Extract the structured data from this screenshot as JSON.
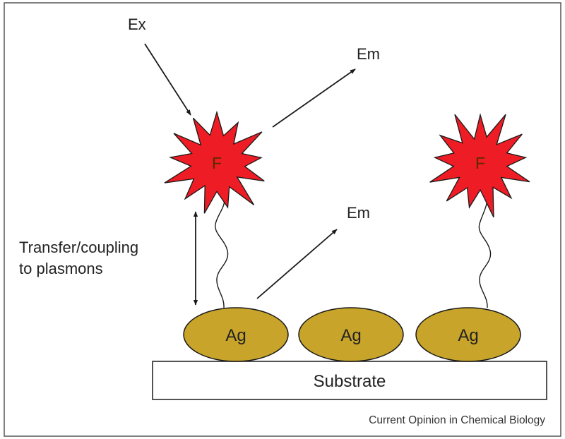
{
  "labels": {
    "excitation": "Ex",
    "emission_top": "Em",
    "emission_bottom": "Em",
    "transfer_line1": "Transfer/coupling",
    "transfer_line2": "to plasmons",
    "fluorophore_left": "F",
    "fluorophore_right": "F",
    "particle_1": "Ag",
    "particle_2": "Ag",
    "particle_3": "Ag",
    "substrate": "Substrate",
    "credit": "Current Opinion in Chemical Biology"
  },
  "colors": {
    "fluorophore_fill": "#ee1c24",
    "particle_fill": "#c8a42a",
    "outline": "#1a1a1a",
    "border": "#555555",
    "background": "#ffffff"
  }
}
